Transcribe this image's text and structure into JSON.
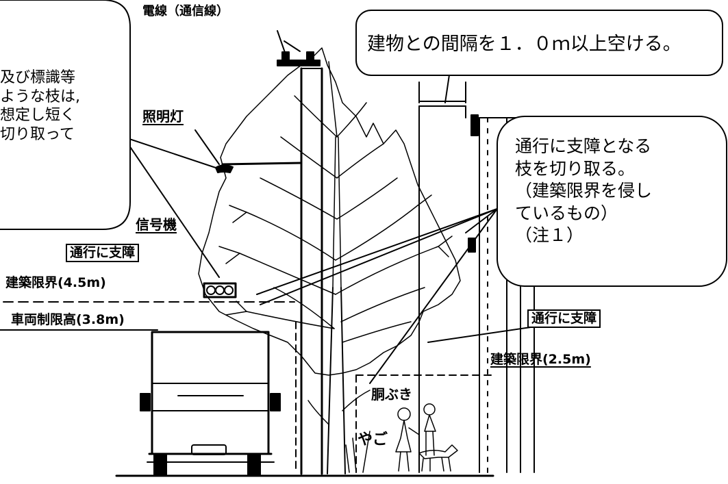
{
  "labels": {
    "densen": "電線（通信線）",
    "shoumeitou": "照明灯",
    "shingouki": "信号機",
    "tsuukou_shishou_left": "通行に支障",
    "kenchiku_genkai_45": "建築限界(4.5m)",
    "sharyou_seigen": "車両制限高(3.8m)",
    "tsuukou_shishou_right": "通行に支障",
    "kenchiku_genkai_25": "建築限界(2.5m)",
    "dobuki": "胴ぶき",
    "yago": "やご"
  },
  "callouts": {
    "left": {
      "lines": [
        "及び標識等",
        "ような枝は,",
        "想定し短く",
        "切り取って"
      ]
    },
    "top": {
      "text": "建物との間隔を１．０ｍ以上空ける。"
    },
    "right": {
      "lines": [
        "通行に支障となる",
        "枝を切り取る。",
        "（建築限界を侵し",
        "ているもの）",
        "（注１）"
      ]
    }
  },
  "colors": {
    "line": "#000000",
    "background": "#ffffff"
  }
}
